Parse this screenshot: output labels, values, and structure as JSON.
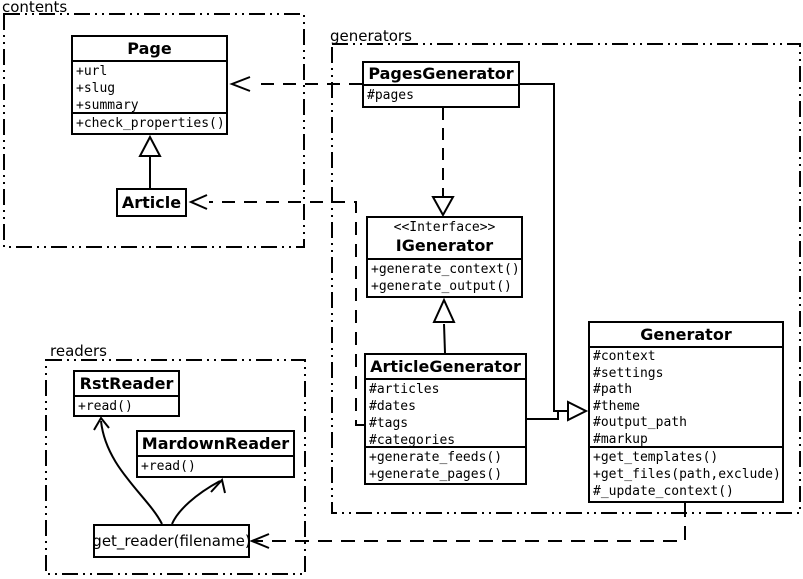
{
  "packages": {
    "contents": {
      "label": "contents"
    },
    "generators": {
      "label": "generators"
    },
    "readers": {
      "label": "readers"
    }
  },
  "classes": {
    "page": {
      "title": "Page",
      "attributes": [
        "+url",
        "+slug",
        "+summary"
      ],
      "methods": [
        "+check_properties()"
      ]
    },
    "article": {
      "title": "Article"
    },
    "pages_generator": {
      "title": "PagesGenerator",
      "attributes": [
        "#pages"
      ]
    },
    "igenerator": {
      "stereotype": "<<Interface>>",
      "title": "IGenerator",
      "methods": [
        "+generate_context()",
        "+generate_output()"
      ]
    },
    "article_generator": {
      "title": "ArticleGenerator",
      "attributes": [
        "#articles",
        "#dates",
        "#tags",
        "#categories"
      ],
      "methods": [
        "+generate_feeds()",
        "+generate_pages()"
      ]
    },
    "generator": {
      "title": "Generator",
      "attributes": [
        "#context",
        "#settings",
        "#path",
        "#theme",
        "#output_path",
        "#markup"
      ],
      "methods": [
        "+get_templates()",
        "+get_files(path,exclude)",
        "#_update_context()"
      ]
    },
    "rst_reader": {
      "title": "RstReader",
      "methods": [
        "+read()"
      ]
    },
    "mardown_reader": {
      "title": "MardownReader",
      "methods": [
        "+read()"
      ]
    },
    "get_reader": {
      "title": "get_reader(filename)"
    }
  },
  "relationships": [
    {
      "from": "Article",
      "to": "Page",
      "type": "generalization"
    },
    {
      "from": "PagesGenerator",
      "to": "Page",
      "type": "dependency"
    },
    {
      "from": "PagesGenerator",
      "to": "IGenerator",
      "type": "realization"
    },
    {
      "from": "ArticleGenerator",
      "to": "IGenerator",
      "type": "generalization"
    },
    {
      "from": "ArticleGenerator",
      "to": "Article",
      "type": "dependency"
    },
    {
      "from": "PagesGenerator",
      "to": "Generator",
      "type": "generalization"
    },
    {
      "from": "ArticleGenerator",
      "to": "Generator",
      "type": "generalization"
    },
    {
      "from": "Generator",
      "to": "get_reader(filename)",
      "type": "dependency"
    },
    {
      "from": "get_reader(filename)",
      "to": "RstReader",
      "type": "association"
    },
    {
      "from": "get_reader(filename)",
      "to": "MardownReader",
      "type": "association"
    }
  ],
  "colors": {
    "line": "#000000",
    "background": "#ffffff",
    "box_fill": "#ffffff"
  }
}
